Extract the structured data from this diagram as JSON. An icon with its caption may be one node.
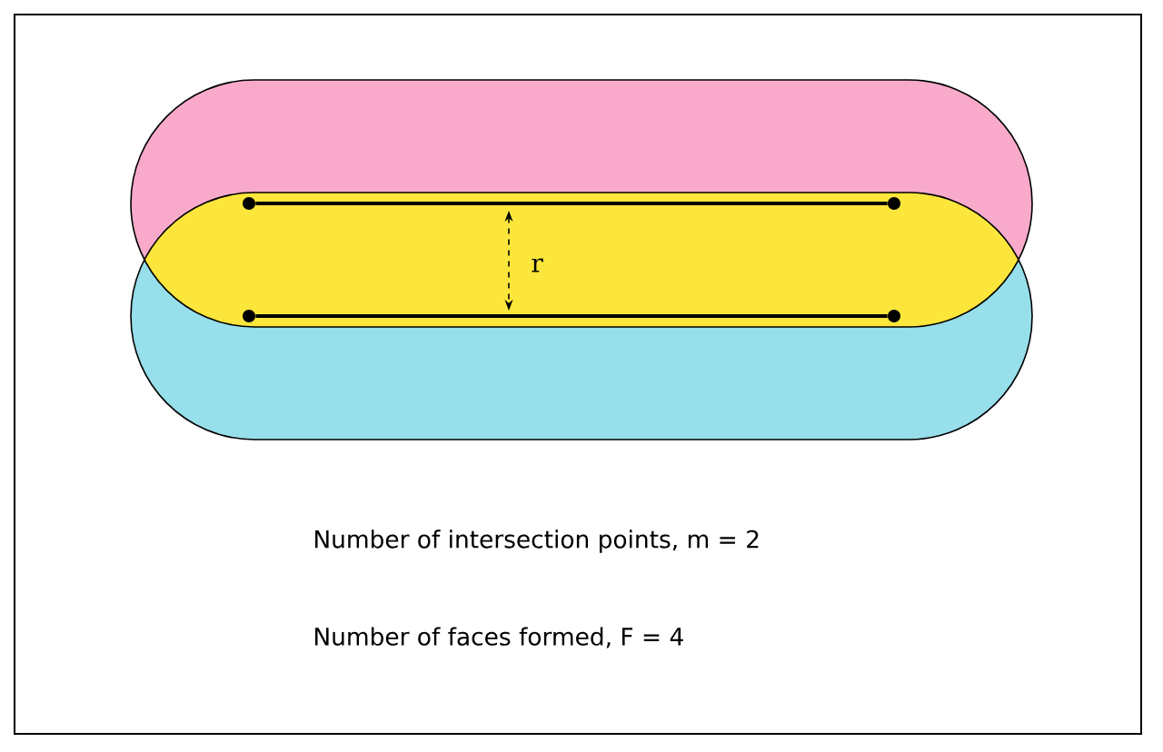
{
  "diagram": {
    "nodes": [
      {
        "text": [],
        "shape": "circle"
      },
      {
        "text": [],
        "shape": "circle"
      },
      {
        "text": [],
        "shape": "circle"
      },
      {
        "text": [],
        "shape": "circle"
      }
    ],
    "edges": [
      {
        "from": 0,
        "to": 1,
        "arrow": "none"
      },
      {
        "from": 2,
        "to": 3,
        "arrow": "none"
      }
    ],
    "labels": [
      "r",
      "Number of intersection points, m = 2",
      "Number of faces formed, F = 4"
    ]
  }
}
